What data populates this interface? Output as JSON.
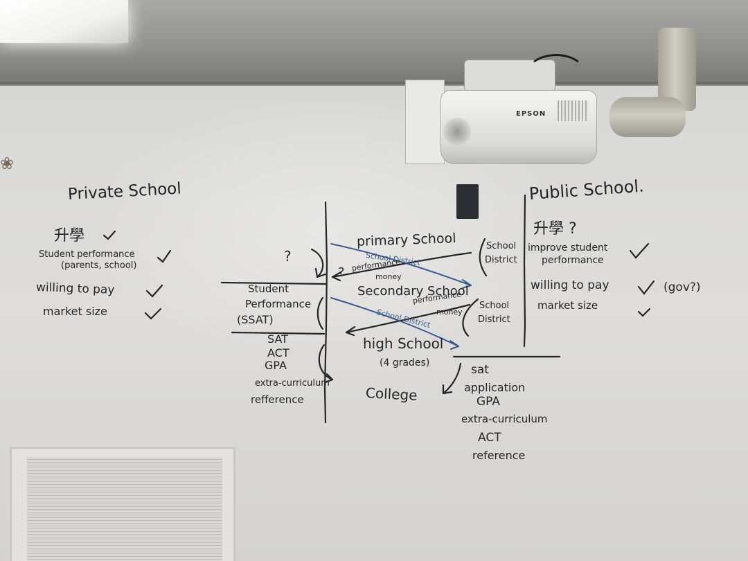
{
  "scene": {
    "projector_brand": "EPSON",
    "ink_color": "#232426",
    "blue_marker_color": "#3b5a8a"
  },
  "private_col": {
    "title": "Private School",
    "chinese": "升學",
    "check": "✓",
    "items": [
      "Student performance",
      "(parents, school)",
      "willing to pay",
      "market size"
    ]
  },
  "public_col": {
    "title": "Public School.",
    "chinese": "升學 ?",
    "items": [
      "improve student",
      "performance",
      "willing to pay",
      "(gov?)",
      "market size"
    ]
  },
  "center": {
    "primary": "primary School",
    "secondary": "Secondary School",
    "high": "high School",
    "high_note": "(4 grades)",
    "college": "College",
    "school_district_blue_1": "School District",
    "school_district_blue_2": "School District",
    "performance_money_1": [
      "performance",
      "money"
    ],
    "performance_money_2": [
      "performance",
      "money"
    ],
    "question_1": "?",
    "question_2": "?"
  },
  "left_block": {
    "student_performance": [
      "Student",
      "Performance",
      "(SSAT)"
    ],
    "college_reqs": [
      "SAT",
      "ACT",
      "GPA",
      "extra-curriculum",
      "refference"
    ]
  },
  "right_block": {
    "district_1": [
      "School",
      "District"
    ],
    "district_2": [
      "School",
      "District"
    ],
    "college_reqs": [
      "sat",
      "application",
      "GPA",
      "extra-curriculum",
      "ACT",
      "reference"
    ]
  }
}
